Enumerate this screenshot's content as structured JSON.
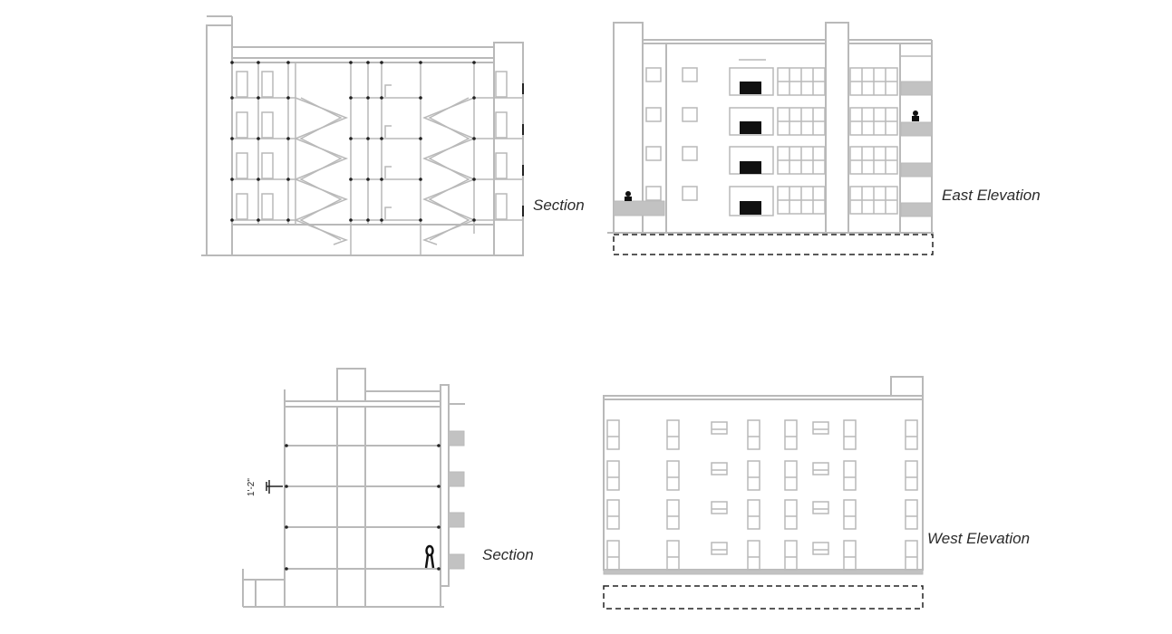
{
  "labels": {
    "section_top": "Section",
    "east_elevation": "East Elevation",
    "section_bottom": "Section",
    "west_elevation": "West Elevation",
    "dimension": "1'-2\""
  }
}
